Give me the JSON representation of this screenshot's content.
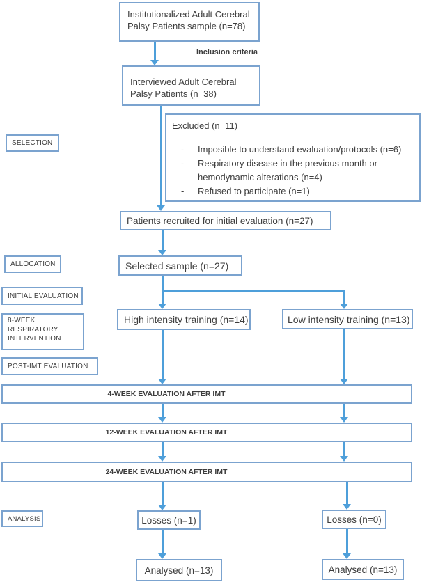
{
  "colors": {
    "box_border": "#7ba3cf",
    "arrow": "#4e9fda",
    "text": "#3d3d3d"
  },
  "flowchart": {
    "top_box": "Institutionalized Adult Cerebral Palsy Patients sample (n=78)",
    "inclusion_label": "Inclusion criteria",
    "interviewed_box": "Interviewed Adult Cerebral Palsy Patients (n=38)",
    "excluded_box": {
      "title": "Excluded (n=11)",
      "bullet": "-",
      "items": [
        "Imposible to understand evaluation/protocols (n=6)",
        "Respiratory disease in the previous month or hemodynamic alterations (n=4)",
        "Refused to participate (n=1)"
      ]
    },
    "stage_labels": {
      "selection": "SELECTION",
      "allocation": "ALLOCATION",
      "initial_evaluation": "INITIAL EVALUATION",
      "intervention": "8-WEEK RESPIRATORY INTERVENTION",
      "post_imt": "POST-IMT EVALUATION",
      "analysis": "ANALYSIS"
    },
    "recruited_box": "Patients recruited for initial evaluation (n=27)",
    "selected_box": "Selected sample (n=27)",
    "high_box": "High intensity training (n=14)",
    "low_box": "Low intensity training (n=13)",
    "eval_boxes": {
      "week4": "4-WEEK EVALUATION AFTER IMT",
      "week12": "12-WEEK EVALUATION AFTER IMT",
      "week24": "24-WEEK EVALUATION AFTER IMT"
    },
    "losses_left": "Losses (n=1)",
    "losses_right": "Losses (n=0)",
    "analysed_left": "Analysed (n=13)",
    "analysed_right": "Analysed (n=13)"
  }
}
